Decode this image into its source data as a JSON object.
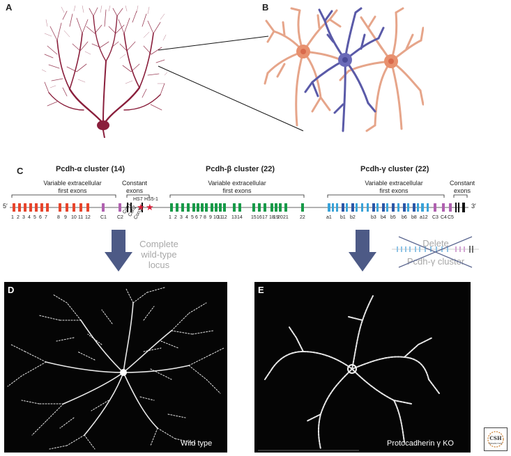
{
  "panels": {
    "a": "A",
    "b": "B",
    "c": "C",
    "d": "D",
    "e": "E"
  },
  "gene_map": {
    "alpha_title": "Pcdh-α cluster (14)",
    "beta_title": "Pcdh-β cluster (22)",
    "gamma_title": "Pcdh-γ cluster (22)",
    "variable_alpha": "Variable extracellular\nfirst exons",
    "constant_alpha": "Constant\nexons",
    "variable_beta": "Variable extracellular\nfirst exons",
    "variable_gamma": "Variable extracellular\nfirst exons",
    "constant_gamma": "Constant\nexons",
    "five_prime": "5′",
    "three_prime": "3′",
    "hs7": "HS7",
    "hs51": "HS5-1",
    "con_labels": [
      "Con1",
      "Con2",
      "Con3"
    ],
    "alpha_numbers": [
      "1",
      "2",
      "3",
      "4",
      "5",
      "6",
      "7",
      "8",
      "9",
      "10",
      "11",
      "12",
      "C1",
      "C2"
    ],
    "beta_numbers": [
      "1",
      "2",
      "3",
      "4",
      "5",
      "6",
      "7",
      "8",
      "9",
      "10",
      "11",
      "12",
      "13",
      "14",
      "15",
      "16",
      "17",
      "18",
      "19",
      "20",
      "21",
      "22"
    ],
    "gamma_numbers": [
      "a1",
      "b1",
      "b2",
      "b3",
      "b4",
      "b5",
      "b6",
      "b8",
      "a12",
      "C3",
      "C4",
      "C5"
    ]
  },
  "arrows": {
    "left_text": "Complete\nwild-type\nlocus",
    "right_delete": "Delete",
    "right_cluster": "Pcdh-γ cluster"
  },
  "micrographs": {
    "d_caption": "Wild type",
    "e_caption": "Protocadherin γ KO"
  },
  "logo": {
    "text": "CSH\nPERSPECTIVES"
  },
  "colors": {
    "alpha_exon": "#e8452c",
    "alpha_c": "#b061b0",
    "beta_exon": "#169a48",
    "gamma_a": "#3aa3d8",
    "gamma_b": "#2b58a8",
    "gamma_c": "#b061b0",
    "constant": "#111111",
    "star": "#d8203a",
    "neuron_purkinje": "#8a1f3c",
    "neuron_peach": "#e6a58a",
    "neuron_blue": "#5a5aa8",
    "arrow": "#4d5a86"
  }
}
